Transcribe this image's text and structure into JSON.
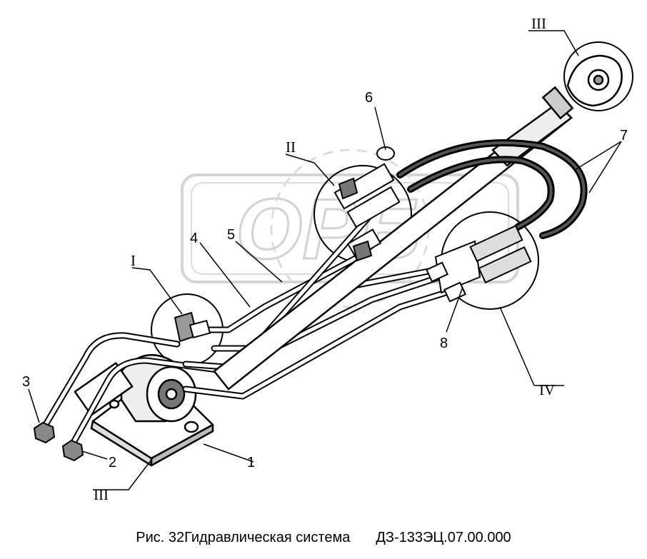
{
  "watermark": {
    "text": "ОРБ"
  },
  "callouts": {
    "n1": "1",
    "n2": "2",
    "n3": "3",
    "n4": "4",
    "n5": "5",
    "n6": "6",
    "n7": "7",
    "n8": "8"
  },
  "views": {
    "I": "I",
    "II": "II",
    "III_top": "III",
    "III_bottom": "III",
    "IV": "IV"
  },
  "caption": {
    "figure": "Рис. 32Гидравлическая система",
    "code": "ДЗ-133ЭЦ.07.00.000"
  }
}
